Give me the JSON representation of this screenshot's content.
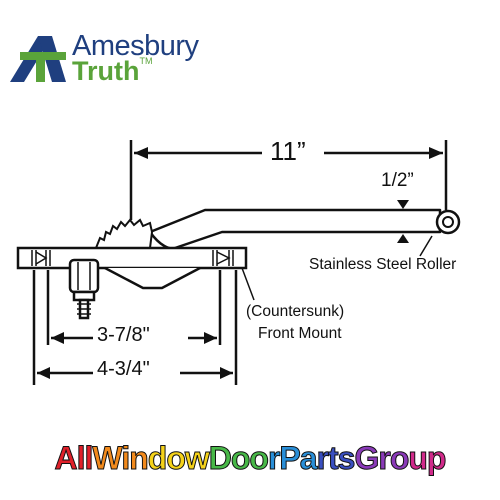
{
  "brand": {
    "name_line1": "Amesbury",
    "name_line2": "Truth",
    "trademark": "TM",
    "logo_icon": "amesbury-truth-logo-icon",
    "colors": {
      "blue": "#1f3f7f",
      "green": "#5aa33a"
    }
  },
  "diagram": {
    "dim_overall": "11”",
    "dim_offset": "1/2”",
    "label_roller": "Stainless Steel Roller",
    "label_mount_line1": "(Countersunk)",
    "label_mount_line2": "Front Mount",
    "dim_hole_spacing": "3-7/8\"",
    "dim_base_length": "4-3/4\""
  },
  "footer": {
    "text": "AllWindowDoorPartsGroup",
    "colors": [
      "#e0202a",
      "#f28a1c",
      "#f5d21a",
      "#48b848",
      "#2a8fd8",
      "#3a4fc0",
      "#8a3ab8",
      "#d02a8a"
    ]
  }
}
